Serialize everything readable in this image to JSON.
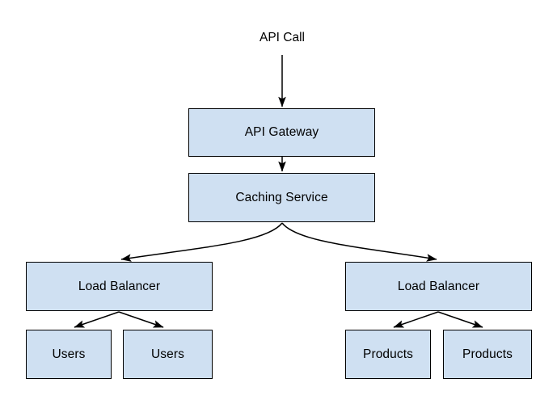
{
  "diagram": {
    "title": "API Call",
    "type": "flowchart",
    "style": {
      "node_fill": "#cfe0f2",
      "node_stroke": "#000000",
      "edge_stroke": "#000000",
      "background": "#ffffff",
      "text_color": "#000000"
    },
    "labels": [
      {
        "id": "api-call",
        "text": "API Call"
      }
    ],
    "nodes": [
      {
        "id": "api-gateway",
        "label": "API Gateway"
      },
      {
        "id": "caching-service",
        "label": "Caching Service"
      },
      {
        "id": "load-balancer-left",
        "label": "Load Balancer"
      },
      {
        "id": "load-balancer-right",
        "label": "Load Balancer"
      },
      {
        "id": "users-1",
        "label": "Users"
      },
      {
        "id": "users-2",
        "label": "Users"
      },
      {
        "id": "products-1",
        "label": "Products"
      },
      {
        "id": "products-2",
        "label": "Products"
      }
    ],
    "edges": [
      {
        "from": "api-call",
        "to": "api-gateway",
        "shape": "straight",
        "arrow": true
      },
      {
        "from": "api-gateway",
        "to": "caching-service",
        "shape": "straight",
        "arrow": true
      },
      {
        "from": "caching-service",
        "to": "load-balancer-left",
        "shape": "curved",
        "arrow": true
      },
      {
        "from": "caching-service",
        "to": "load-balancer-right",
        "shape": "curved",
        "arrow": true
      },
      {
        "from": "load-balancer-left",
        "to": "users-1",
        "shape": "straight",
        "arrow": true
      },
      {
        "from": "load-balancer-left",
        "to": "users-2",
        "shape": "straight",
        "arrow": true
      },
      {
        "from": "load-balancer-right",
        "to": "products-1",
        "shape": "straight",
        "arrow": true
      },
      {
        "from": "load-balancer-right",
        "to": "products-2",
        "shape": "straight",
        "arrow": true
      }
    ]
  }
}
